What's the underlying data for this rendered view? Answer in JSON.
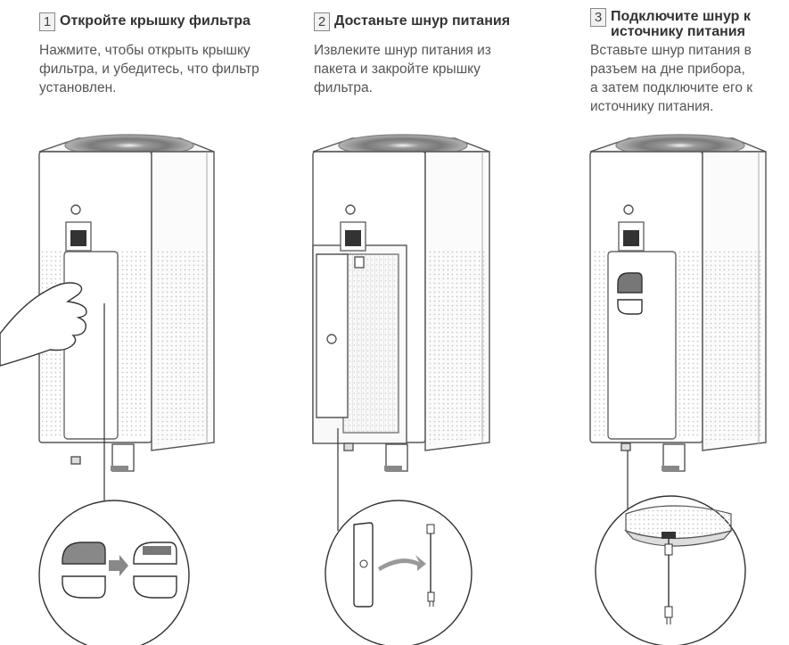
{
  "steps": [
    {
      "number": "1",
      "title": "Откройте крышку фильтра",
      "description": "Нажмите, чтобы открыть крышку\nфильтра, и убедитесь, что фильтр\nустановлен."
    },
    {
      "number": "2",
      "title": "Достаньте шнур питания",
      "description": "Извлеките шнур питания из\nпакета и закройте крышку\nфильтра."
    },
    {
      "number": "3",
      "title": "Подключите шнур к\nисточнику питания",
      "description": "Вставьте шнур питания в\nразъем на дне прибора,\nа затем подключите его к\nисточнику питания."
    }
  ]
}
